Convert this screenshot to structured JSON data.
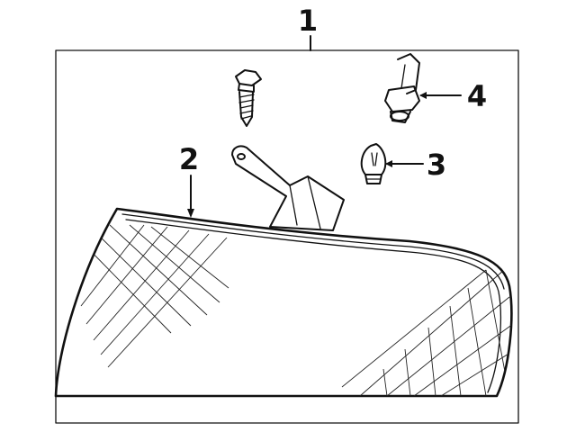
{
  "callouts": [
    {
      "number": "1",
      "part": "lamp-assembly"
    },
    {
      "number": "2",
      "part": "lens-housing"
    },
    {
      "number": "3",
      "part": "bulb"
    },
    {
      "number": "4",
      "part": "bulb-socket"
    }
  ]
}
